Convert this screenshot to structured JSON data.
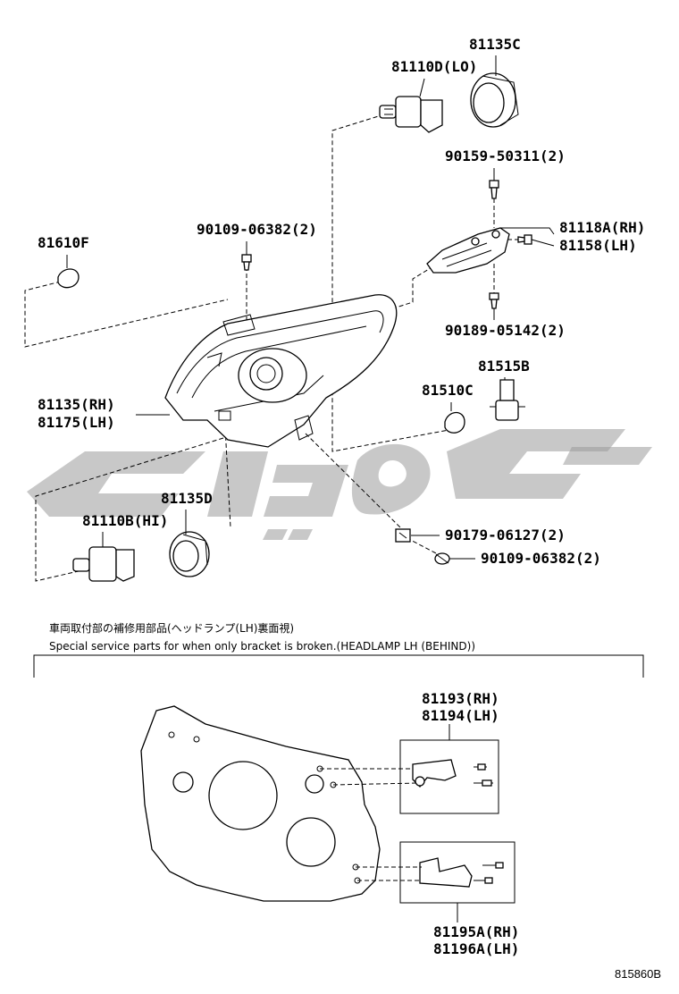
{
  "labels": {
    "p81135c": "81135C",
    "p81110d": "81110D(LO)",
    "p90159": "90159-50311(2)",
    "p81118a": "81118A(RH)",
    "p81158": "81158(LH)",
    "p90109a": "90109-06382(2)",
    "p81610f": "81610F",
    "p90189": "90189-05142(2)",
    "p81515b": "81515B",
    "p81510c": "81510C",
    "p81135": "81135(RH)",
    "p81175": "81175(LH)",
    "p81135d": "81135D",
    "p81110b": "81110B(HI)",
    "p90179": "90179-06127(2)",
    "p90109b": "90109-06382(2)",
    "p81193": "81193(RH)",
    "p81194": "81194(LH)",
    "p81195a": "81195A(RH)",
    "p81196a": "81196A(LH)"
  },
  "notes": {
    "jp": "車両取付部の補修用部品(ヘッドランプ(LH)裏面視)",
    "en": "Special service parts for when only bracket is broken.(HEADLAMP LH (BEHIND))"
  },
  "figure_id": "815860B",
  "colors": {
    "line": "#000000",
    "watermark": "#9a9a9a"
  }
}
